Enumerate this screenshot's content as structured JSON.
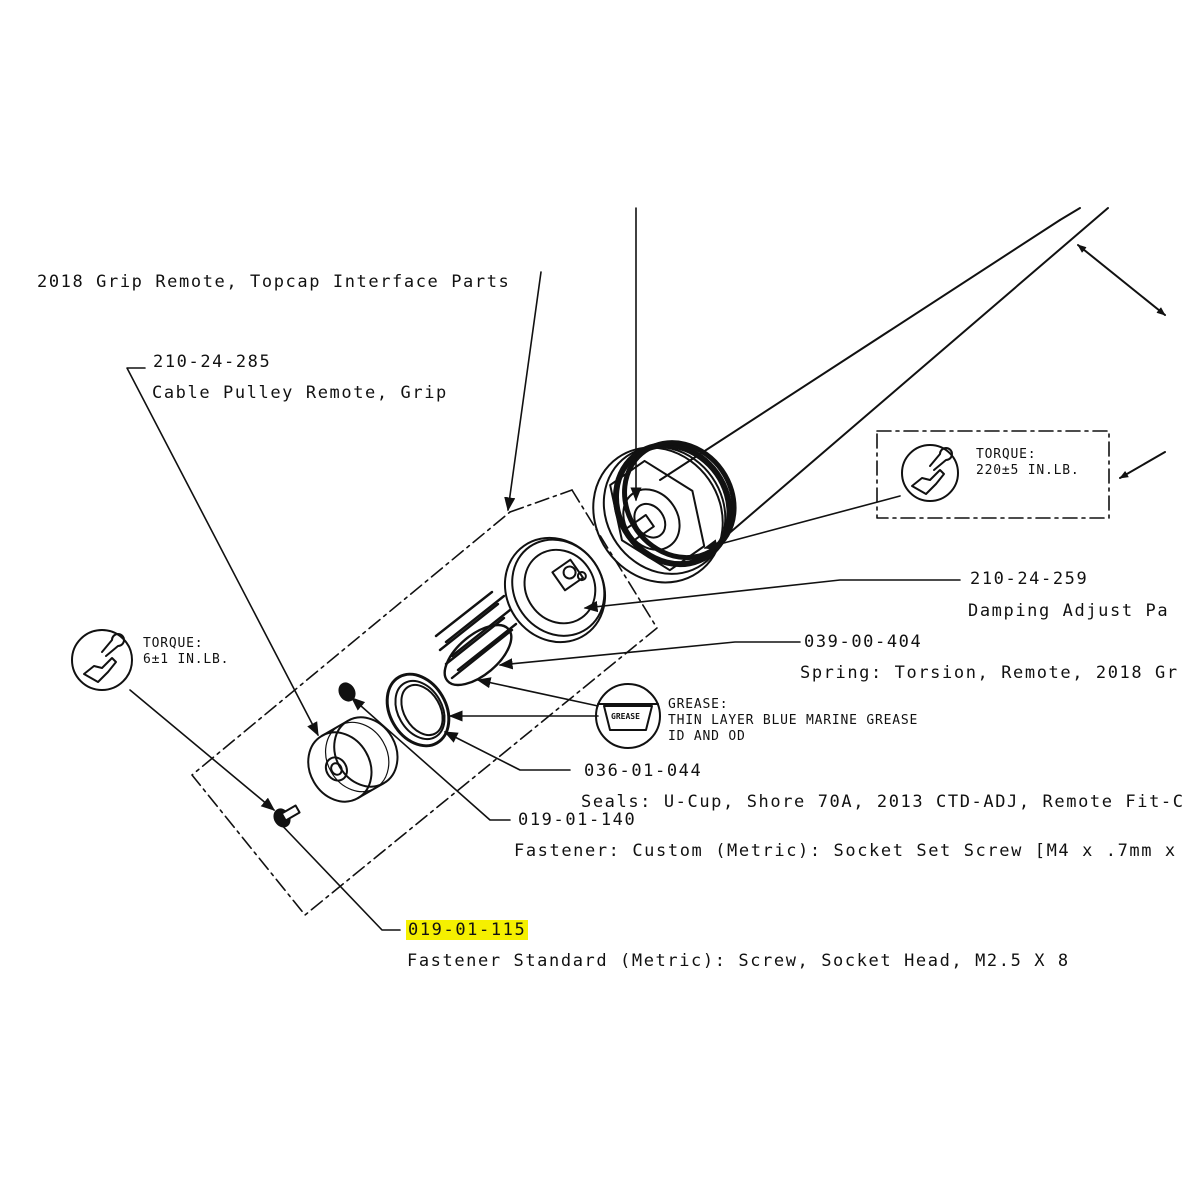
{
  "title": "2018 Grip Remote, Topcap Interface Parts",
  "colors": {
    "ink": "#111111",
    "highlight": "#f5f000",
    "background": "#ffffff"
  },
  "parts": [
    {
      "number": "210-24-285",
      "description": "Cable Pulley Remote, Grip"
    },
    {
      "number": "210-24-259",
      "description": "Damping Adjust Pa"
    },
    {
      "number": "039-00-404",
      "description": "Spring: Torsion, Remote, 2018 Gr"
    },
    {
      "number": "036-01-044",
      "description": "Seals: U-Cup, Shore 70A, 2013 CTD-ADJ, Remote Fit-C"
    },
    {
      "number": "019-01-140",
      "description": "Fastener: Custom (Metric): Socket Set Screw [M4 x .7mm x"
    },
    {
      "number": "019-01-115",
      "description": "Fastener Standard (Metric): Screw, Socket Head, M2.5 X 8",
      "highlighted": true
    }
  ],
  "torque_notes": [
    {
      "heading": "TORQUE:",
      "value": "220±5 IN.LB.",
      "icon": "wrench-hand-icon"
    },
    {
      "heading": "TORQUE:",
      "value": "6±1 IN.LB.",
      "icon": "wrench-hand-icon"
    }
  ],
  "grease_note": {
    "heading": "GREASE:",
    "line1": "THIN LAYER BLUE MARINE GREASE",
    "line2": "ID AND OD",
    "icon_label": "GREASE",
    "icon": "grease-container-icon"
  }
}
